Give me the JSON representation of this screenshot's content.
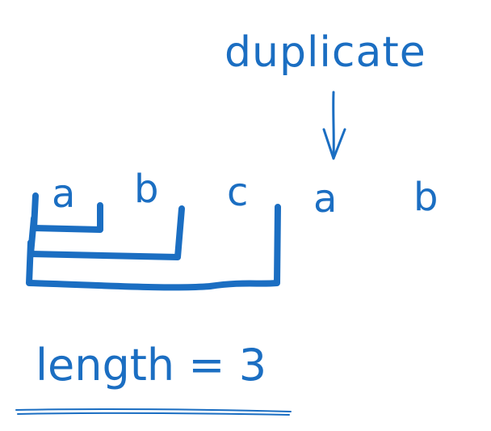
{
  "annotation": "duplicate",
  "characters": [
    "a",
    "b",
    "c",
    "a",
    "b"
  ],
  "result": "length = 3",
  "colors": {
    "ink": "#1b6ec2",
    "background": "#ffffff"
  }
}
